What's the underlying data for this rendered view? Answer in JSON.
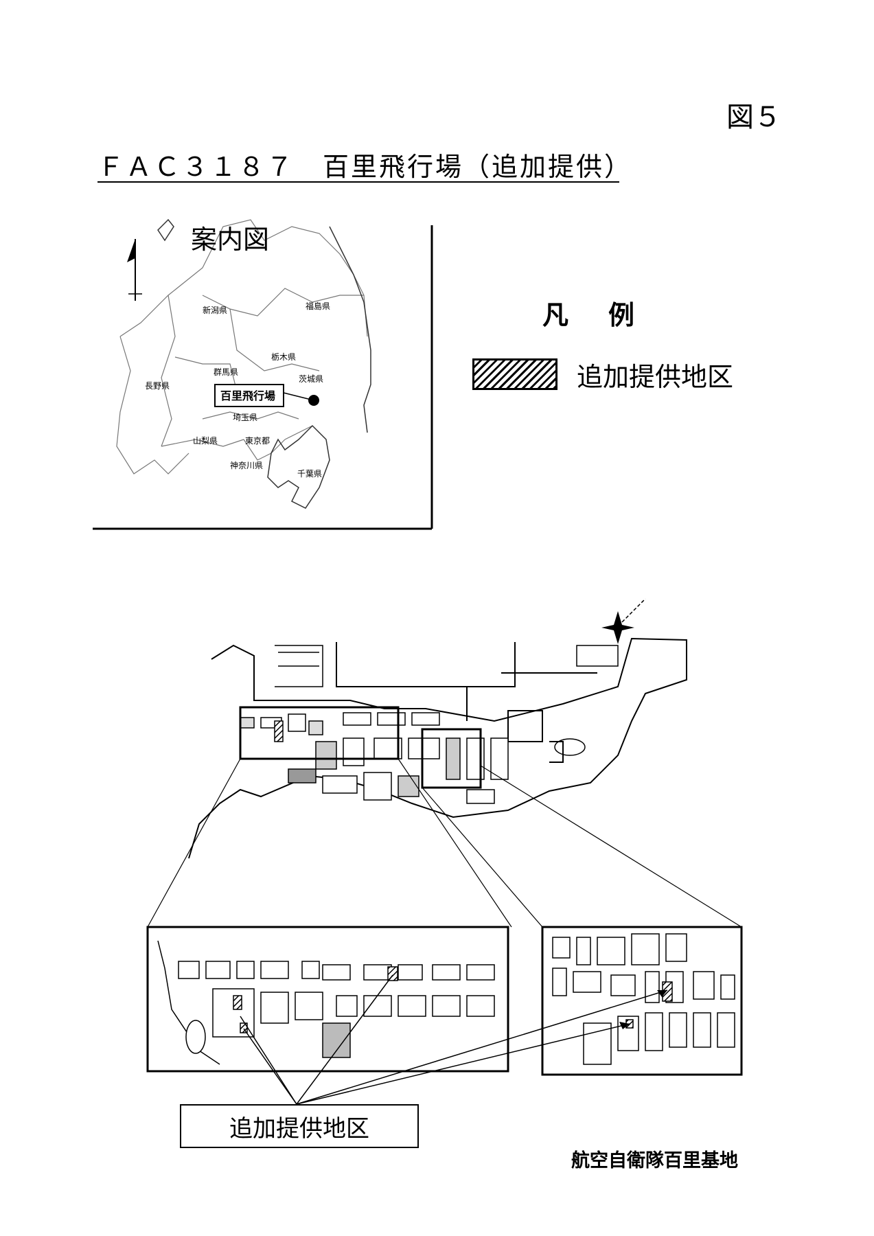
{
  "figure_number": "図５",
  "document_title": "ＦＡＣ３１８７　百里飛行場（追加提供）",
  "guide_map": {
    "title": "案内図",
    "prefectures": {
      "niigata": "新潟県",
      "fukushima": "福島県",
      "tochigi": "栃木県",
      "gunma": "群馬県",
      "nagano": "長野県",
      "ibaraki": "茨城県",
      "saitama": "埼玉県",
      "yamanashi": "山梨県",
      "tokyo": "東京都",
      "kanagawa": "神奈川県",
      "chiba": "千葉県"
    },
    "airport_label": "百里飛行場"
  },
  "legend": {
    "title": "凡例",
    "title_spaced": "凡　例",
    "item_label": "追加提供地区"
  },
  "callout_label": "追加提供地区",
  "base_name": "航空自衛隊百里基地",
  "colors": {
    "ink": "#000000",
    "paper": "#ffffff",
    "map_fill": "#e8e8e8"
  }
}
